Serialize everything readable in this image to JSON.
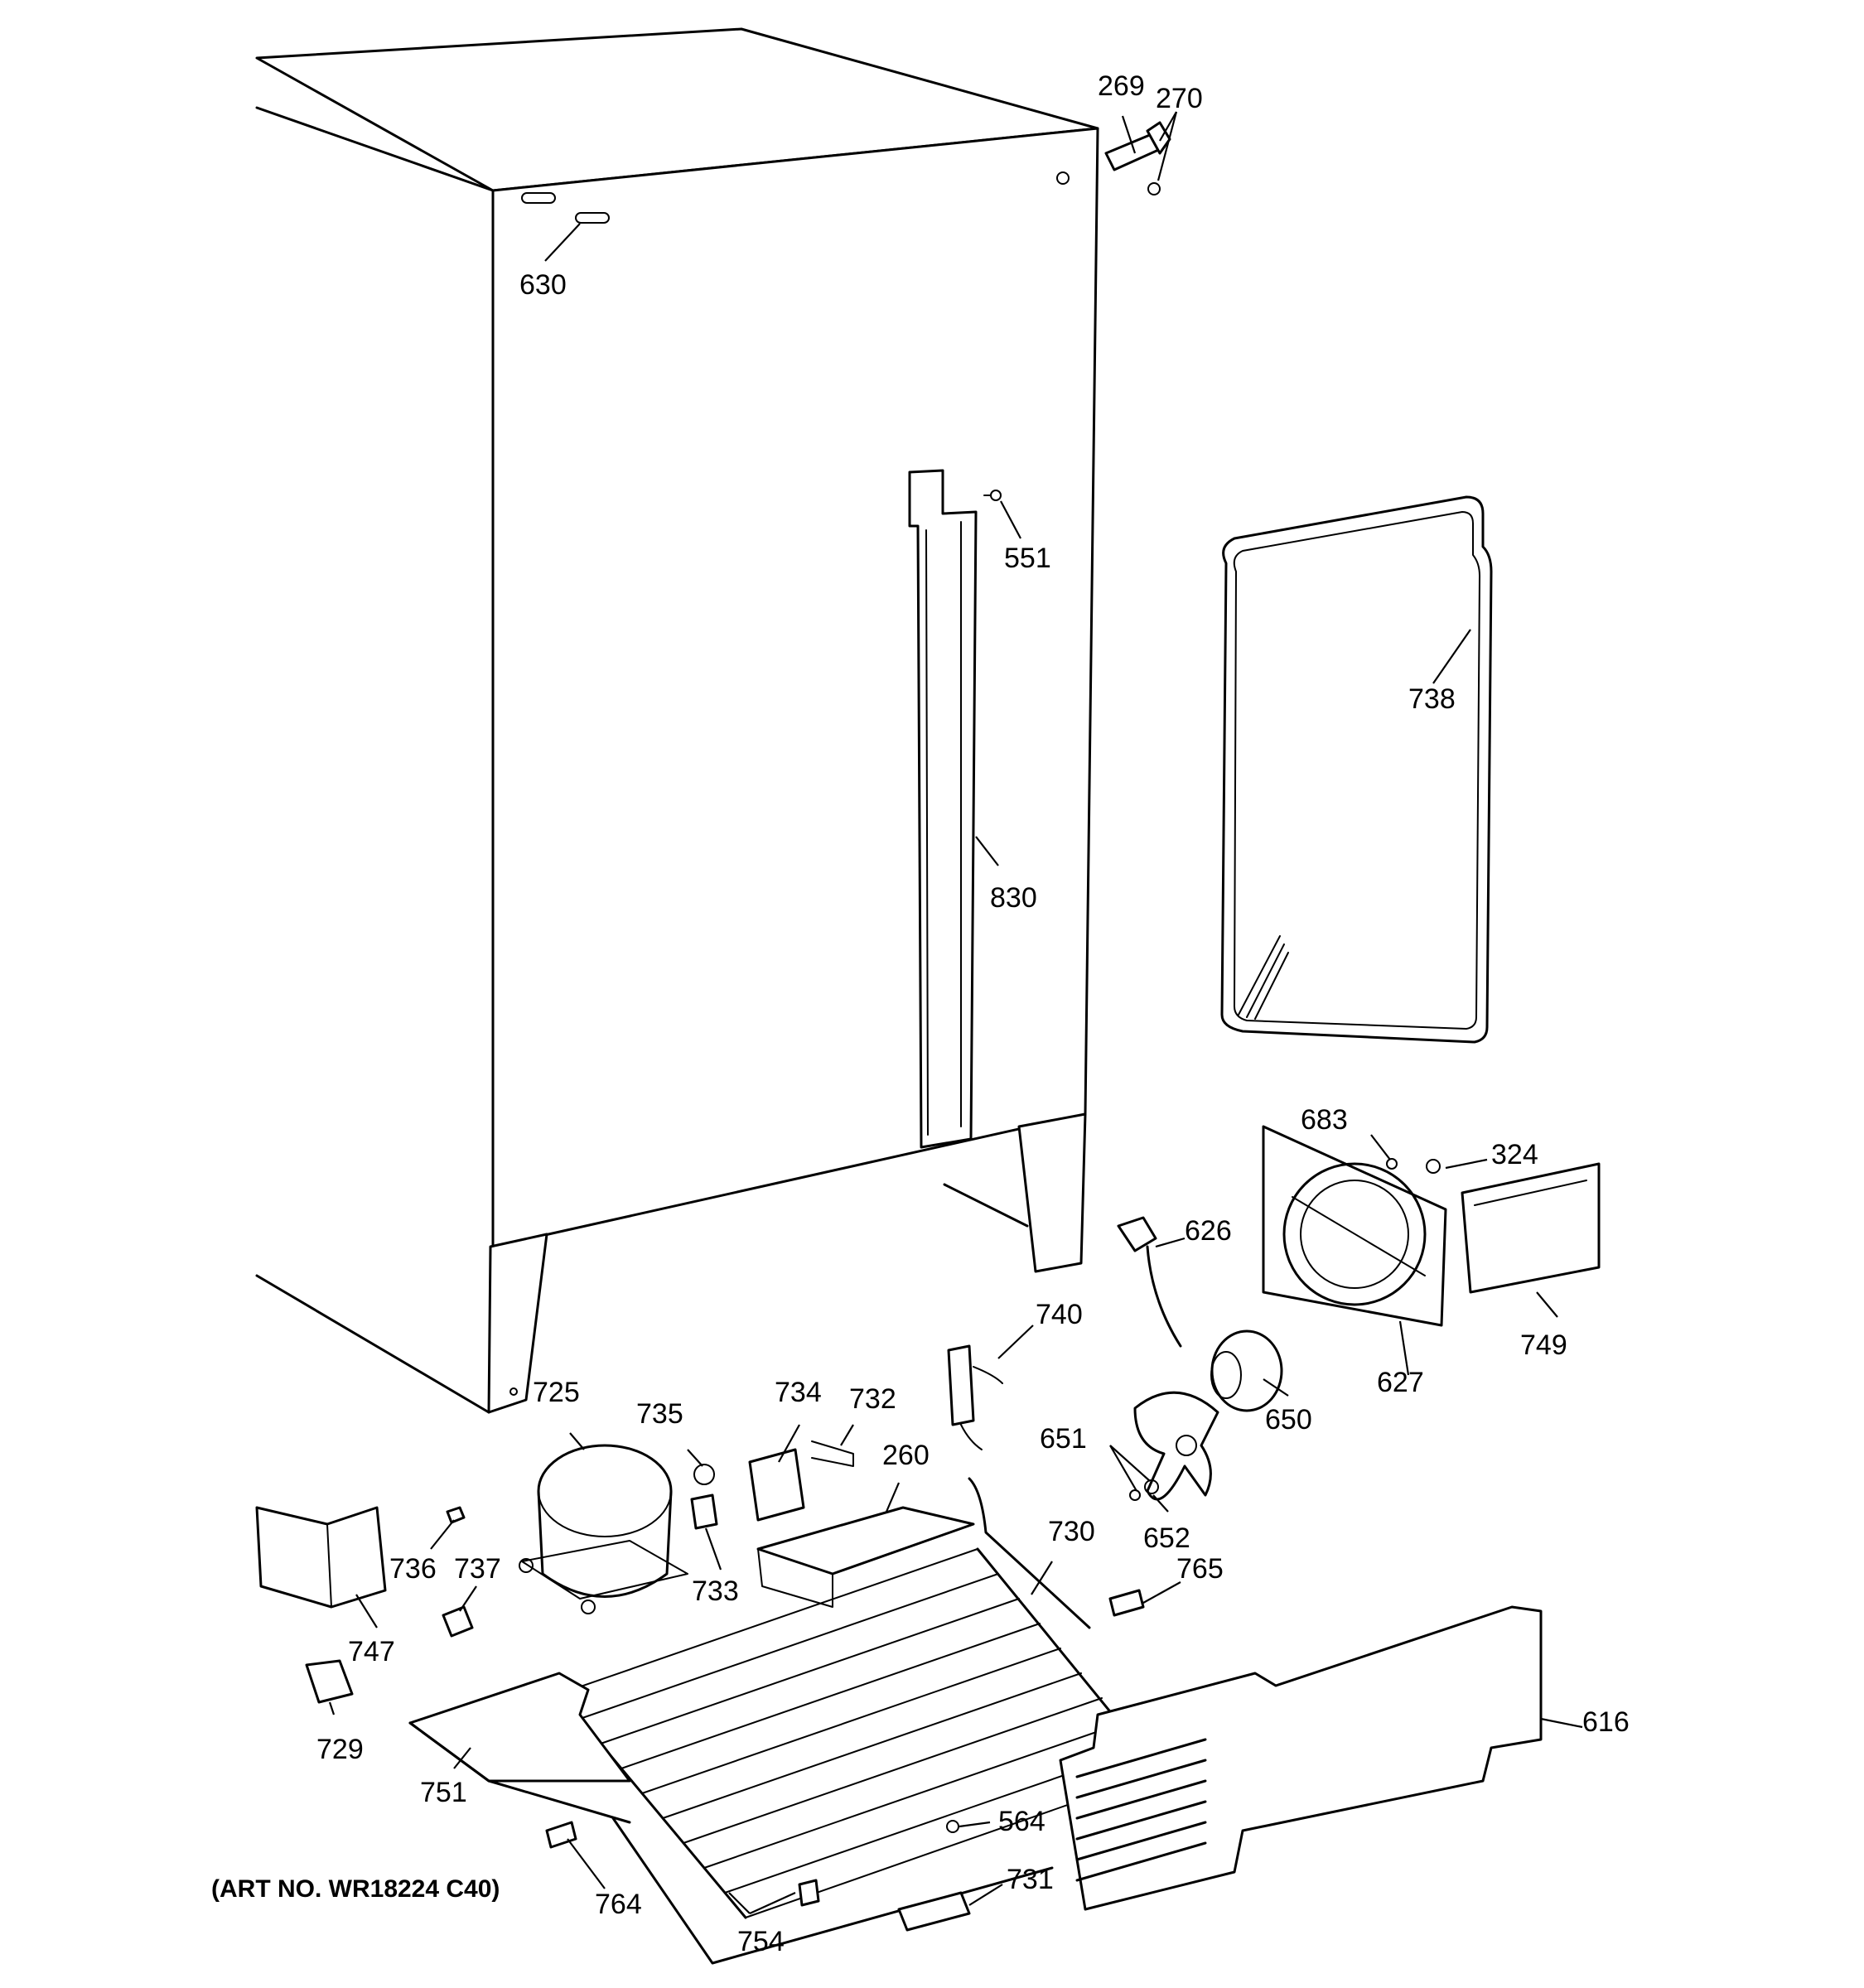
{
  "diagram": {
    "art_number": "(ART NO. WR18224 C40)",
    "labels": {
      "p269": "269",
      "p270": "270",
      "p630": "630",
      "p551": "551",
      "p738": "738",
      "p830": "830",
      "p683": "683",
      "p324": "324",
      "p626": "626",
      "p740": "740",
      "p749": "749",
      "p627": "627",
      "p650": "650",
      "p725": "725",
      "p735": "735",
      "p734": "734",
      "p732": "732",
      "p260": "260",
      "p651": "651",
      "p652": "652",
      "p730": "730",
      "p765": "765",
      "p736": "736",
      "p737": "737",
      "p733": "733",
      "p747": "747",
      "p729": "729",
      "p751": "751",
      "p616": "616",
      "p564": "564",
      "p764": "764",
      "p731": "731",
      "p754": "754"
    }
  }
}
